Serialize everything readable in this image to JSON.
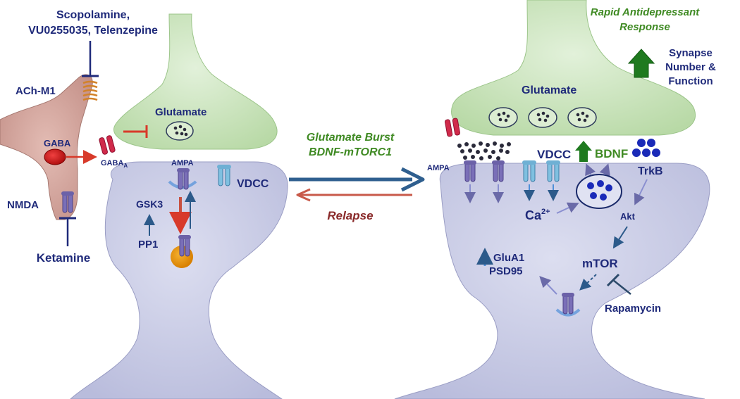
{
  "left": {
    "antagonists": [
      "Scopolamine,",
      "VU0255035, Telenzepine"
    ],
    "ach_m1": "ACh-M1",
    "gaba": "GABA",
    "gaba_a": "GABA",
    "gaba_a_sub": "A",
    "nmda": "NMDA",
    "ketamine": "Ketamine",
    "glutamate": "Glutamate",
    "ampa": "AMPA",
    "vdcc": "VDCC",
    "gsk3": "GSK3",
    "pp1": "PP1"
  },
  "middle": {
    "burst_line1": "Glutamate Burst",
    "burst_line2": "BDNF-mTORC1",
    "relapse": "Relapse"
  },
  "right": {
    "title_line1": "Rapid Antidepressant",
    "title_line2": "Response",
    "synapse_line1": "Synapse",
    "synapse_line2": "Number &",
    "synapse_line3": "Function",
    "glutamate": "Glutamate",
    "ampa": "AMPA",
    "vdcc": "VDCC",
    "bdnf": "BDNF",
    "trkb": "TrkB",
    "ca": "Ca",
    "ca_sup": "2+",
    "akt": "Akt",
    "mtor": "mTOR",
    "glua1": "GluA1",
    "psd95": "PSD95",
    "rapamycin": "Rapamycin"
  },
  "colors": {
    "presynaptic": "#cfe6c2",
    "postsynaptic": "#c9cbe3",
    "interneuron": "#d7a8a0",
    "navy_text": "#1f2a7a",
    "green_text": "#3f8a23",
    "red_text": "#8a2a2a"
  }
}
